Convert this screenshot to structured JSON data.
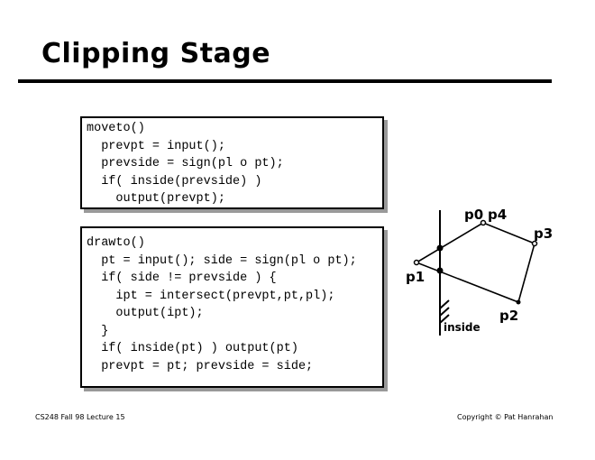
{
  "title": "Clipping Stage",
  "moveto_code": [
    "moveto()",
    "  prevpt = input();",
    "  prevside = sign(pl o pt);",
    "  if( inside(prevside) )",
    "    output(prevpt);"
  ],
  "drawto_code": [
    "drawto()",
    "  pt = input(); side = sign(pl o pt);",
    "  if( side != prevside ) {",
    "    ipt = intersect(prevpt,pt,pl);",
    "    output(ipt);",
    "  }",
    "  if( inside(pt) ) output(pt)",
    "  prevpt = pt; prevside = side;"
  ],
  "diagram": {
    "labels": {
      "p0": "p0",
      "p4": "p4",
      "p3": "p3",
      "p2": "p2",
      "p1": "p1",
      "inside": "inside"
    }
  },
  "footer": {
    "left": "CS248 Fall 98 Lecture 15",
    "right": "Copyright © Pat Hanrahan"
  }
}
